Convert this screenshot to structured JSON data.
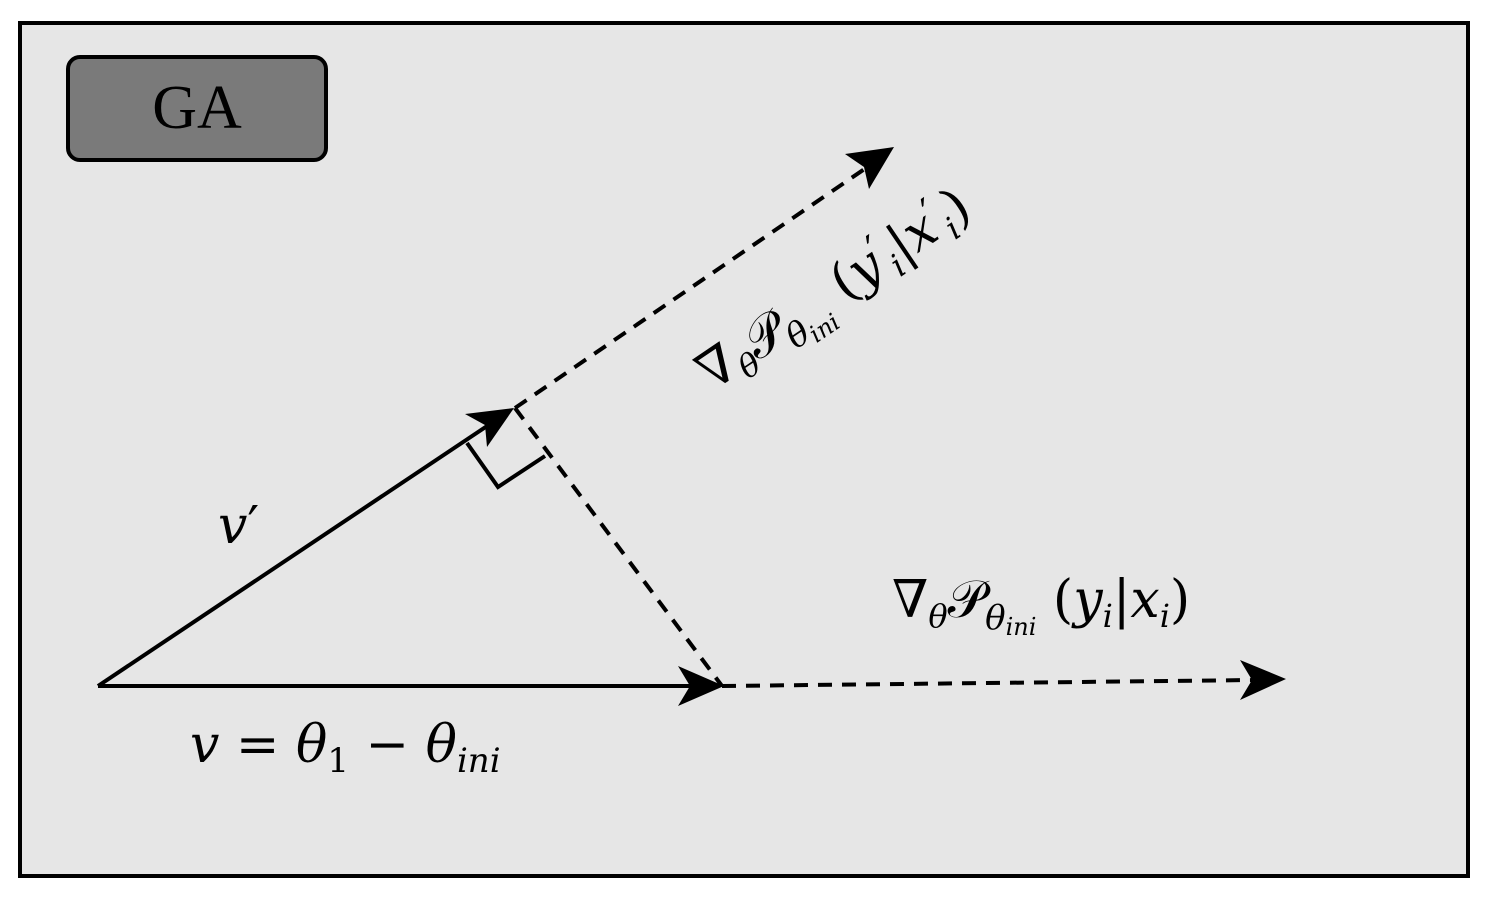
{
  "badge": {
    "label": "GA",
    "fill": "#7a7a7a"
  },
  "colors": {
    "panel_background": "#e6e6e6",
    "stroke": "#000000"
  },
  "labels": {
    "v_prime": {
      "v": "v",
      "prime": "′"
    },
    "v_eq": {
      "v": "v",
      "eq": " = ",
      "theta": "θ",
      "one": "1",
      "minus": " − ",
      "theta2": "θ",
      "ini": "ini"
    },
    "grad_prime": {
      "nabla": "∇",
      "theta_sub": "θ",
      "P": "𝒫",
      "theta": "θ",
      "ini": "ini",
      "open": " (",
      "y": "y",
      "y_mark": "′",
      "y_sub": "i",
      "bar": "|",
      "x": "x",
      "x_mark": "′",
      "x_sub": "i",
      "close": ")"
    },
    "grad": {
      "nabla": "∇",
      "theta_sub": "θ",
      "P": "𝒫",
      "theta": "θ",
      "ini": "ini",
      "open": " (",
      "y": "y",
      "y_sub": "i",
      "bar": "|",
      "x": "x",
      "x_sub": "i",
      "close": ")"
    }
  }
}
